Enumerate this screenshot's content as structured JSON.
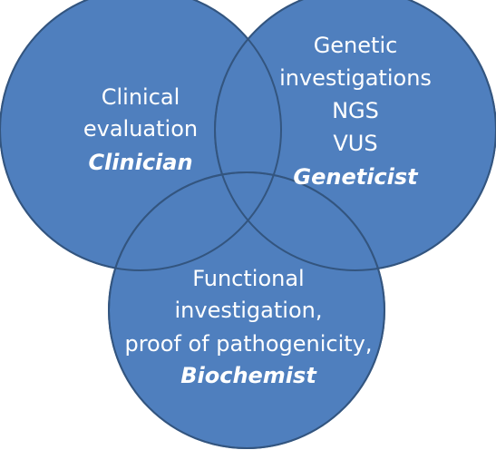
{
  "diagram": {
    "type": "venn",
    "fill_color": "#4f7fbe",
    "stroke_color": "#33557f",
    "text_color": "#ffffff",
    "circles": [
      {
        "id": "clinical",
        "lines": [
          "Clinical",
          "evaluation"
        ],
        "role": "Clinician"
      },
      {
        "id": "genetic",
        "lines": [
          "Genetic",
          "investigations",
          "NGS",
          "VUS"
        ],
        "role": "Geneticist"
      },
      {
        "id": "functional",
        "lines": [
          "Functional",
          "investigation,",
          "proof of pathogenicity,"
        ],
        "role": "Biochemist"
      }
    ]
  }
}
